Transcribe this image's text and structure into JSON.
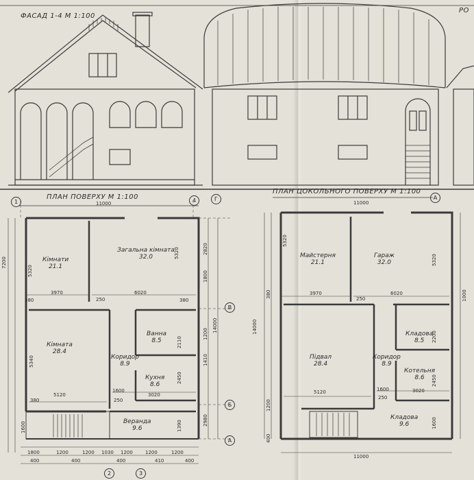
{
  "titles": {
    "facade_left": "ФАСАД 1-4 М 1:100",
    "plan_upper": "ПЛАН ПОВЕРХУ М 1:100",
    "plan_basement": "ПЛАН ЦОКОЛЬНОГО ПОВЕРХУ М 1:100",
    "corner_fragment": "РО"
  },
  "plan_upper": {
    "rooms": [
      {
        "name": "Кімнати",
        "area": "21.1"
      },
      {
        "name": "Загальна кімната",
        "area": "32.0"
      },
      {
        "name": "Кімната",
        "area": "28.4"
      },
      {
        "name": "Ванна",
        "area": "8.5"
      },
      {
        "name": "Коридор",
        "area": "8.9"
      },
      {
        "name": "Кухня",
        "area": "8.6"
      },
      {
        "name": "Веранда",
        "area": "9.6"
      }
    ],
    "dims": {
      "overall_width": "11000",
      "overall_height": "14000",
      "top_left": "5320",
      "top_right": "5320",
      "w_3970": "3970",
      "w_250": "250",
      "w_6020": "6020",
      "w_380a": "380",
      "w_380b": "380",
      "w_5120": "5120",
      "w_1600": "1600",
      "w_250b": "250",
      "w_3020": "3020",
      "w_380c": "380",
      "h_5340": "5340",
      "h_2820": "2820",
      "h_2450": "2450",
      "h_1800": "1800",
      "h_2110": "2110",
      "h_1200": "1200",
      "h_1410": "1410",
      "h_2980": "2980",
      "h_1390": "1390",
      "h_7200": "7200",
      "h_1600": "1600",
      "bottom": [
        "1800",
        "1200",
        "1200",
        "1030",
        "1200",
        "1200",
        "1200",
        "400",
        "400",
        "400",
        "410",
        "400"
      ]
    },
    "axes": {
      "a1": "1",
      "a4": "4",
      "g": "Г",
      "v": "В",
      "b": "Б",
      "a": "А",
      "b2": "2",
      "b3": "3"
    }
  },
  "plan_basement": {
    "rooms": [
      {
        "name": "Майстерня",
        "area": "21.1"
      },
      {
        "name": "Гараж",
        "area": "32.0"
      },
      {
        "name": "Підвал",
        "area": "28.4"
      },
      {
        "name": "Коридор",
        "area": "8.9"
      },
      {
        "name": "Кладова",
        "area": "8.5"
      },
      {
        "name": "Котельня",
        "area": "8.6"
      },
      {
        "name": "Кладова",
        "area": "9.6"
      }
    ],
    "dims": {
      "overall_width": "11000",
      "overall_height": "14000",
      "bottom_width": "11000",
      "w_3970": "3970",
      "w_250": "250",
      "w_6020": "6020",
      "w_5120": "5120",
      "w_1600": "1600",
      "w_250b": "250",
      "w_3020": "3020",
      "h_5320": "5320",
      "h_380": "380",
      "h_1000": "1000",
      "h_2450": "2450",
      "h_1200": "1200",
      "h_1600": "1600",
      "h_2200": "2200",
      "h_400": "400"
    },
    "axes": {
      "a": "А"
    }
  }
}
